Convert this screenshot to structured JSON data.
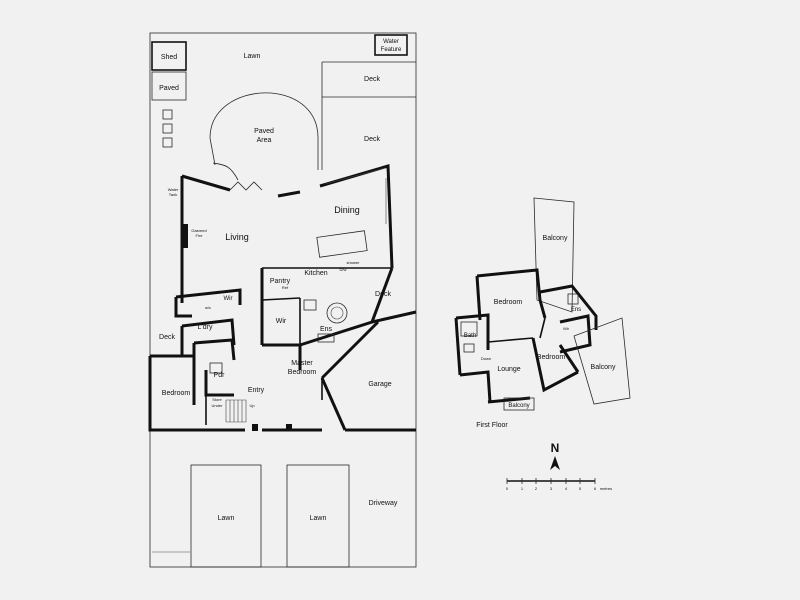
{
  "ground": {
    "shed": "Shed",
    "paved": "Paved",
    "lawn_top": "Lawn",
    "water_feature_1": "Water",
    "water_feature_2": "Feature",
    "deck_top": "Deck",
    "deck_mid": "Deck",
    "paved_area_1": "Paved",
    "paved_area_2": "Area",
    "water_tank_1": "Water",
    "water_tank_2": "Tank",
    "gasreed_fire_1": "Gasreed",
    "gasreed_fire_2": "Fire",
    "living": "Living",
    "dining": "Dining",
    "pantry": "Pantry",
    "kitchen": "Kitchen",
    "ref": "Ref",
    "dw": "D/w",
    "shower": "shower",
    "wir_laundry": "Wir",
    "wic": "w/c",
    "laundry": "L'dry",
    "wir": "Wir",
    "ens": "Ens",
    "deck_left": "Deck",
    "deck_right": "Deck",
    "pdr": "Pdr",
    "store_1": "Store",
    "store_2": "Under",
    "entry": "Entry",
    "up": "Up",
    "master_1": "Master",
    "master_2": "Bedroom",
    "bedroom": "Bedroom",
    "garage": "Garage",
    "lawn_a": "Lawn",
    "lawn_b": "Lawn",
    "driveway": "Driveway"
  },
  "first_floor": {
    "title": "First Floor",
    "balcony_top": "Balcony",
    "bedroom_a": "Bedroom",
    "ens": "Ens",
    "wir": "Wir",
    "bath": "Bath",
    "down": "Down",
    "lounge": "Lounge",
    "bedroom_b": "Bedroom",
    "balcony_right": "Balcony",
    "balcony_bottom": "Balcony"
  },
  "north": "N",
  "scale": {
    "ticks": [
      "0",
      "1",
      "2",
      "3",
      "4",
      "5",
      "6"
    ],
    "unit": "metres"
  }
}
